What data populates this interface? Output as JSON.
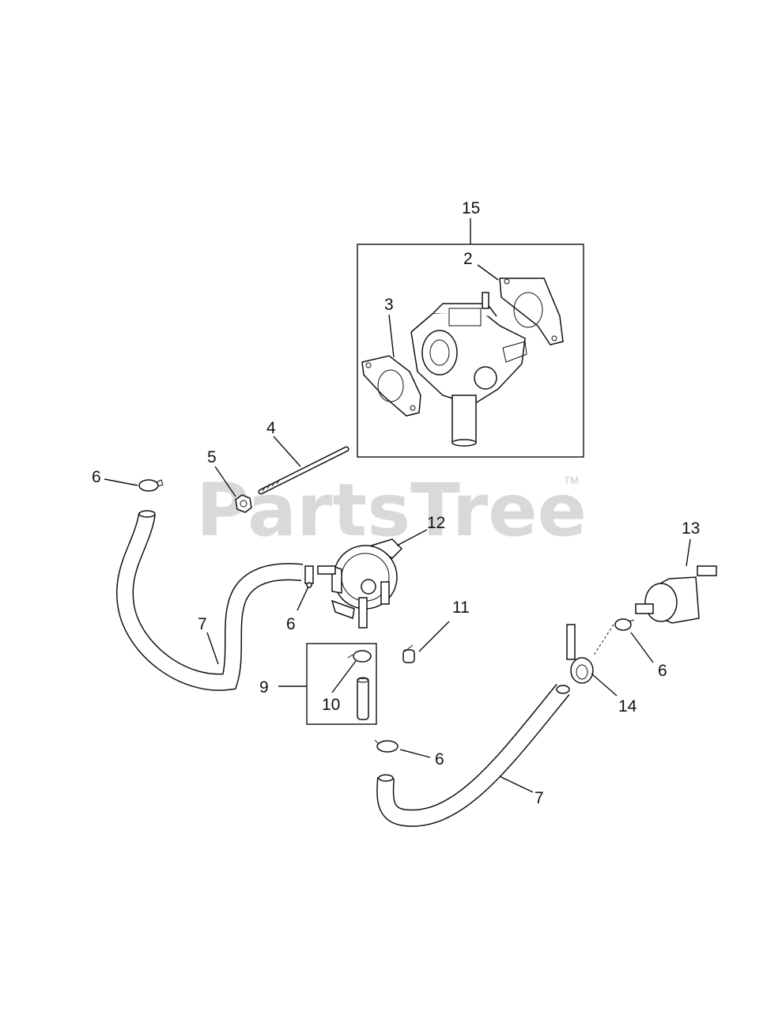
{
  "watermark": {
    "text": "PartsTree",
    "trademark": "TM",
    "color": "#d9d9d9"
  },
  "callouts": {
    "c15": "15",
    "c2": "2",
    "c3": "3",
    "c4": "4",
    "c5": "5",
    "c6a": "6",
    "c6b": "6",
    "c6c": "6",
    "c6d": "6",
    "c7a": "7",
    "c7b": "7",
    "c9": "9",
    "c10": "10",
    "c11": "11",
    "c12": "12",
    "c13": "13",
    "c14": "14"
  }
}
